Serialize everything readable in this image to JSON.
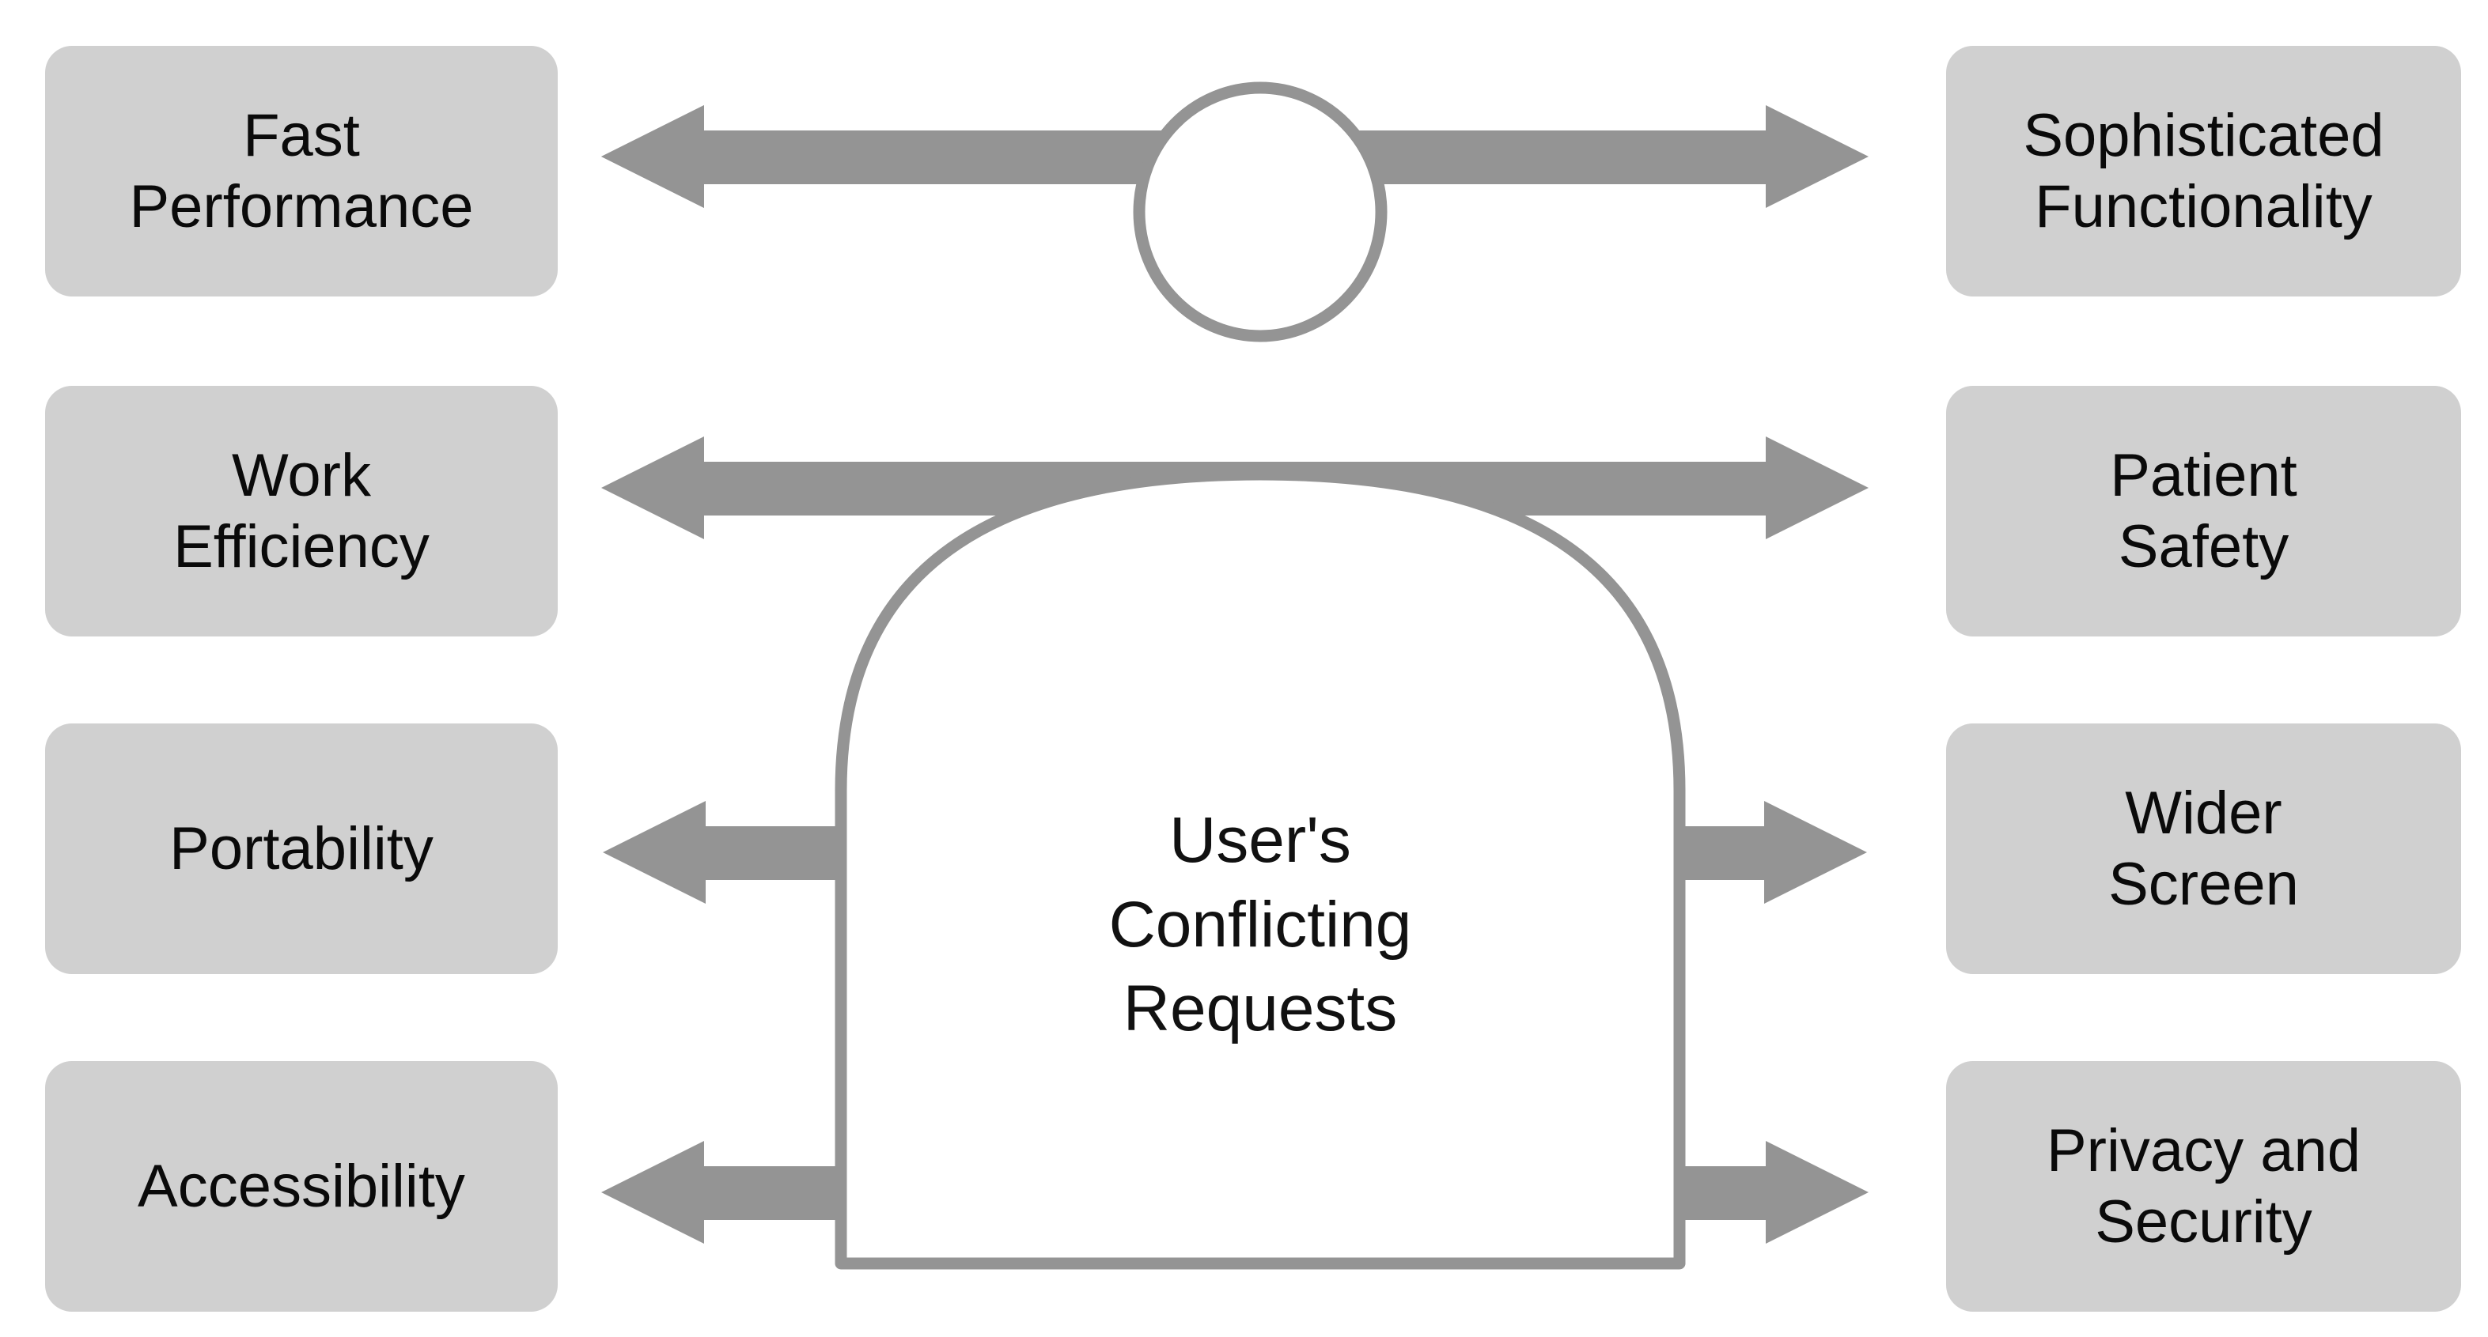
{
  "diagram": {
    "title": "User's Conflicting Requests",
    "center_label": "User's\nConflicting\nRequests",
    "colors": {
      "box_fill": "#d0d0d0",
      "arrow_fill": "#949494",
      "figure_stroke": "#949494",
      "figure_fill": "#ffffff",
      "text": "#111111",
      "background": "#ffffff"
    },
    "left_column": [
      {
        "label": "Fast\nPerformance",
        "name": "fast-performance"
      },
      {
        "label": "Work\nEfficiency",
        "name": "work-efficiency"
      },
      {
        "label": "Portability",
        "name": "portability"
      },
      {
        "label": "Accessibility",
        "name": "accessibility"
      }
    ],
    "right_column": [
      {
        "label": "Sophisticated\nFunctionality",
        "name": "sophisticated-functionality"
      },
      {
        "label": "Patient\nSafety",
        "name": "patient-safety"
      },
      {
        "label": "Wider\nScreen",
        "name": "wider-screen"
      },
      {
        "label": "Privacy and\nSecurity",
        "name": "privacy-and-security"
      }
    ],
    "arrow_pairs": [
      {
        "left": "Fast Performance",
        "right": "Sophisticated Functionality"
      },
      {
        "left": "Work Efficiency",
        "right": "Patient Safety"
      },
      {
        "left": "Portability",
        "right": "Wider Screen"
      },
      {
        "left": "Accessibility",
        "right": "Privacy and Security"
      }
    ]
  }
}
